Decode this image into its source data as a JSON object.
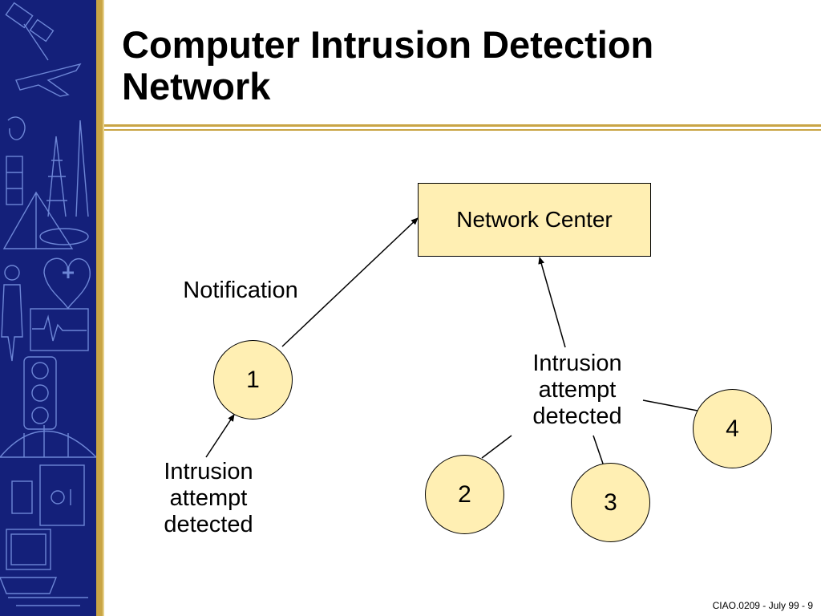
{
  "slide": {
    "title": "Computer Intrusion Detection Network",
    "footer": "CIAO.0209 - July 99 - 9"
  },
  "diagram": {
    "network_center": "Network Center",
    "notification": "Notification",
    "left_detection_label": [
      "Intrusion",
      "attempt",
      "detected"
    ],
    "right_detection_label": [
      "Intrusion",
      "attempt",
      "detected"
    ],
    "nodes": [
      "1",
      "2",
      "3",
      "4"
    ]
  },
  "colors": {
    "sidebar": "#14207a",
    "accent_gold": "#c9a545",
    "node_fill": "#ffefb3"
  }
}
